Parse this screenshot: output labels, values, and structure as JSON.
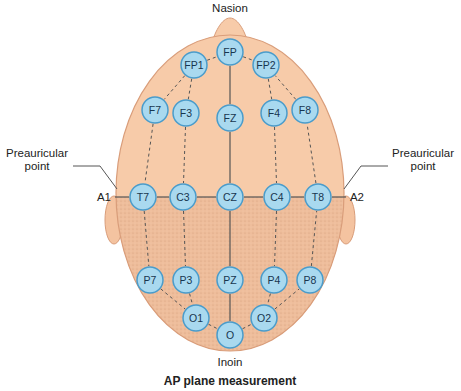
{
  "diagram": {
    "caption": "AP plane measurement",
    "nodes": [
      {
        "text": [
          "FP"
        ]
      },
      {
        "text": [
          "FP1"
        ]
      },
      {
        "text": [
          "FP2"
        ]
      },
      {
        "text": [
          "F7"
        ]
      },
      {
        "text": [
          "F3"
        ]
      },
      {
        "text": [
          "FZ"
        ]
      },
      {
        "text": [
          "F4"
        ]
      },
      {
        "text": [
          "F8"
        ]
      },
      {
        "text": [
          "T7"
        ]
      },
      {
        "text": [
          "C3"
        ]
      },
      {
        "text": [
          "CZ"
        ]
      },
      {
        "text": [
          "C4"
        ]
      },
      {
        "text": [
          "T8"
        ]
      },
      {
        "text": [
          "P7"
        ]
      },
      {
        "text": [
          "P3"
        ]
      },
      {
        "text": [
          "PZ"
        ]
      },
      {
        "text": [
          "P4"
        ]
      },
      {
        "text": [
          "P8"
        ]
      },
      {
        "text": [
          "O1"
        ]
      },
      {
        "text": [
          "O"
        ]
      },
      {
        "text": [
          "O2"
        ]
      }
    ],
    "edges": [
      {
        "from": 0,
        "to": 5,
        "arrow": "none"
      },
      {
        "from": 5,
        "to": 10,
        "arrow": "none"
      },
      {
        "from": 10,
        "to": 15,
        "arrow": "none"
      },
      {
        "from": 15,
        "to": 19,
        "arrow": "none"
      },
      {
        "from": 8,
        "to": 9,
        "arrow": "none"
      },
      {
        "from": 9,
        "to": 10,
        "arrow": "none"
      },
      {
        "from": 10,
        "to": 11,
        "arrow": "none"
      },
      {
        "from": 11,
        "to": 12,
        "arrow": "none"
      },
      {
        "from": 1,
        "to": 0,
        "arrow": "none"
      },
      {
        "from": 0,
        "to": 2,
        "arrow": "none"
      },
      {
        "from": 1,
        "to": 3,
        "arrow": "none"
      },
      {
        "from": 3,
        "to": 8,
        "arrow": "none"
      },
      {
        "from": 8,
        "to": 13,
        "arrow": "none"
      },
      {
        "from": 13,
        "to": 18,
        "arrow": "none"
      },
      {
        "from": 18,
        "to": 19,
        "arrow": "none"
      },
      {
        "from": 19,
        "to": 20,
        "arrow": "none"
      },
      {
        "from": 20,
        "to": 17,
        "arrow": "none"
      },
      {
        "from": 17,
        "to": 12,
        "arrow": "none"
      },
      {
        "from": 12,
        "to": 7,
        "arrow": "none"
      },
      {
        "from": 7,
        "to": 2,
        "arrow": "none"
      },
      {
        "from": 1,
        "to": 4,
        "arrow": "none"
      },
      {
        "from": 4,
        "to": 9,
        "arrow": "none"
      },
      {
        "from": 9,
        "to": 14,
        "arrow": "none"
      },
      {
        "from": 14,
        "to": 18,
        "arrow": "none"
      },
      {
        "from": 2,
        "to": 6,
        "arrow": "none"
      },
      {
        "from": 6,
        "to": 11,
        "arrow": "none"
      },
      {
        "from": 11,
        "to": 16,
        "arrow": "none"
      },
      {
        "from": 16,
        "to": 20,
        "arrow": "none"
      }
    ],
    "labels": [
      "Nasion",
      "Preauricular point",
      "Preauricular point",
      "A1",
      "A2",
      "Inoin"
    ]
  }
}
